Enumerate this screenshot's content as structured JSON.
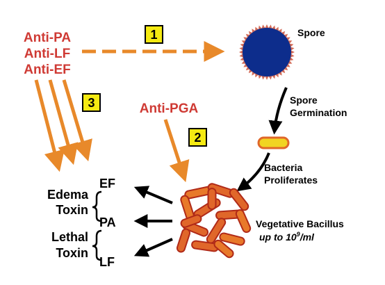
{
  "colors": {
    "antibody_red": "#cf3a34",
    "arrow_orange": "#e8892a",
    "spore_blue": "#0d2d8c",
    "spore_fringe": "#d26b58",
    "bacillus_fill": "#e0672a",
    "bacillus_edge": "#b02a18",
    "germinated_fill": "#f1d422",
    "badge_yellow": "#f5ea12",
    "text_black": "#000000"
  },
  "antibodies": {
    "anti_pa": "Anti-PA",
    "anti_lf": "Anti-LF",
    "anti_ef": "Anti-EF",
    "anti_pga": "Anti-PGA"
  },
  "badges": {
    "one": "1",
    "two": "2",
    "three": "3"
  },
  "labels": {
    "spore": "Spore",
    "spore_germination_1": "Spore",
    "spore_germination_2": "Germination",
    "bacteria_proliferates_1": "Bacteria",
    "bacteria_proliferates_2": "Proliferates",
    "vegetative_bacillus": "Vegetative Bacillus",
    "concentration_prefix": "up to 10",
    "concentration_exp": "9",
    "concentration_suffix": "/ml"
  },
  "toxins": {
    "ef": "EF",
    "pa": "PA",
    "lf": "LF",
    "edema_1": "Edema",
    "edema_2": "Toxin",
    "lethal_1": "Lethal",
    "lethal_2": "Toxin"
  },
  "icons": {
    "spore": "spore-icon",
    "germinated_cell": "germinated-cell-icon",
    "bacilli_cluster": "bacilli-cluster-icon"
  }
}
